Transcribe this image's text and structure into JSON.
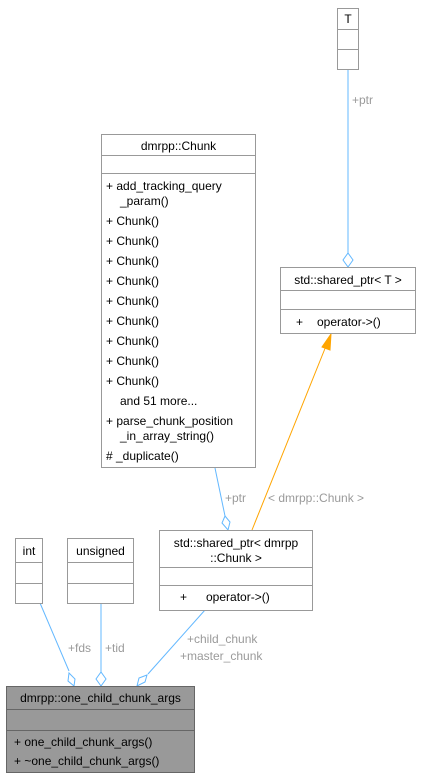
{
  "classes": {
    "int": {
      "name": "int"
    },
    "unsigned": {
      "name": "unsigned"
    },
    "t": {
      "name": "T"
    },
    "chunk": {
      "name": "dmrpp::Chunk",
      "members": [
        "+ add_tracking_query",
        "_param()",
        "+ Chunk()",
        "+ Chunk()",
        "+ Chunk()",
        "+ Chunk()",
        "+ Chunk()",
        "+ Chunk()",
        "+ Chunk()",
        "+ Chunk()",
        "+ Chunk()",
        "and 51 more...",
        "+ parse_chunk_position",
        "_in_array_string()",
        "# _duplicate()"
      ]
    },
    "shared_ptr_t": {
      "name": "std::shared_ptr< T >",
      "op_visibility": "+",
      "op_name": "operator->()"
    },
    "shared_ptr_chunk": {
      "name_line1": "std::shared_ptr< dmrpp",
      "name_line2": "::Chunk >",
      "op_visibility": "+",
      "op_name": "operator->()"
    },
    "main": {
      "name": "dmrpp::one_child_chunk_args",
      "members": [
        "+ one_child_chunk_args()",
        "+ ~one_child_chunk_args()"
      ]
    }
  },
  "edges": {
    "fds": "+fds",
    "tid": "+tid",
    "ptr_t": "+ptr",
    "ptr_chunk": "+ptr",
    "template_arg": "< dmrpp::Chunk >",
    "child_chunk": "+child_chunk",
    "master_chunk": "+master_chunk"
  },
  "colors": {
    "association": "#63b8ff",
    "template": "#ffa500",
    "highlight_fill": "#999999"
  }
}
